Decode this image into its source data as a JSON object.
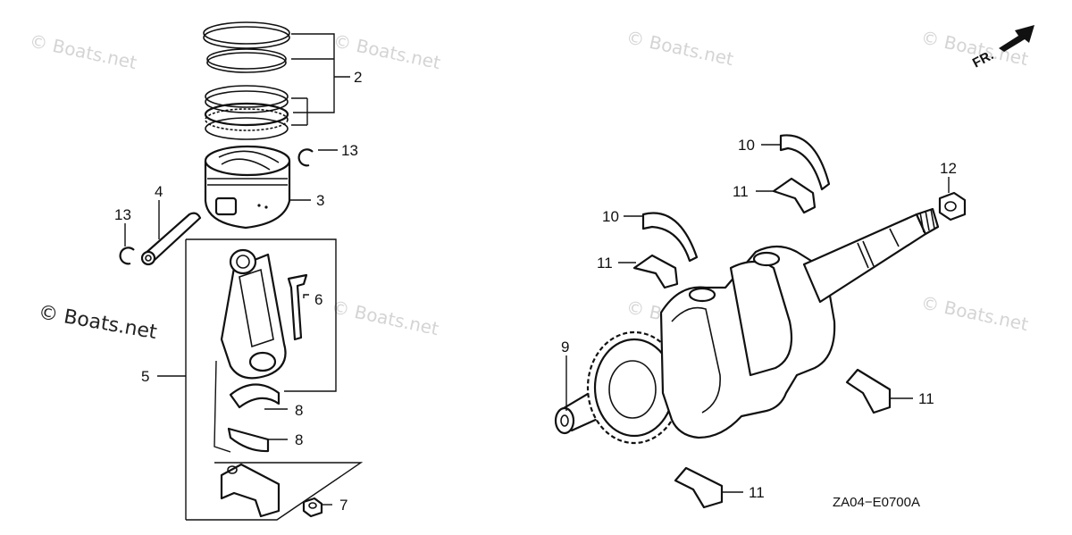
{
  "watermark": "© Boats.net",
  "diagram_code": "ZA04−E0700A",
  "front_indicator": "FR.",
  "callouts": {
    "c1": "2",
    "c2": "13",
    "c3": "3",
    "c4": "4",
    "c5": "13",
    "c6": "6",
    "c7": "5",
    "c8": "8",
    "c9": "8",
    "c10": "7",
    "c11": "10",
    "c12": "11",
    "c13": "12",
    "c14": "10",
    "c15": "11",
    "c16": "9",
    "c17": "11",
    "c18": "11"
  }
}
